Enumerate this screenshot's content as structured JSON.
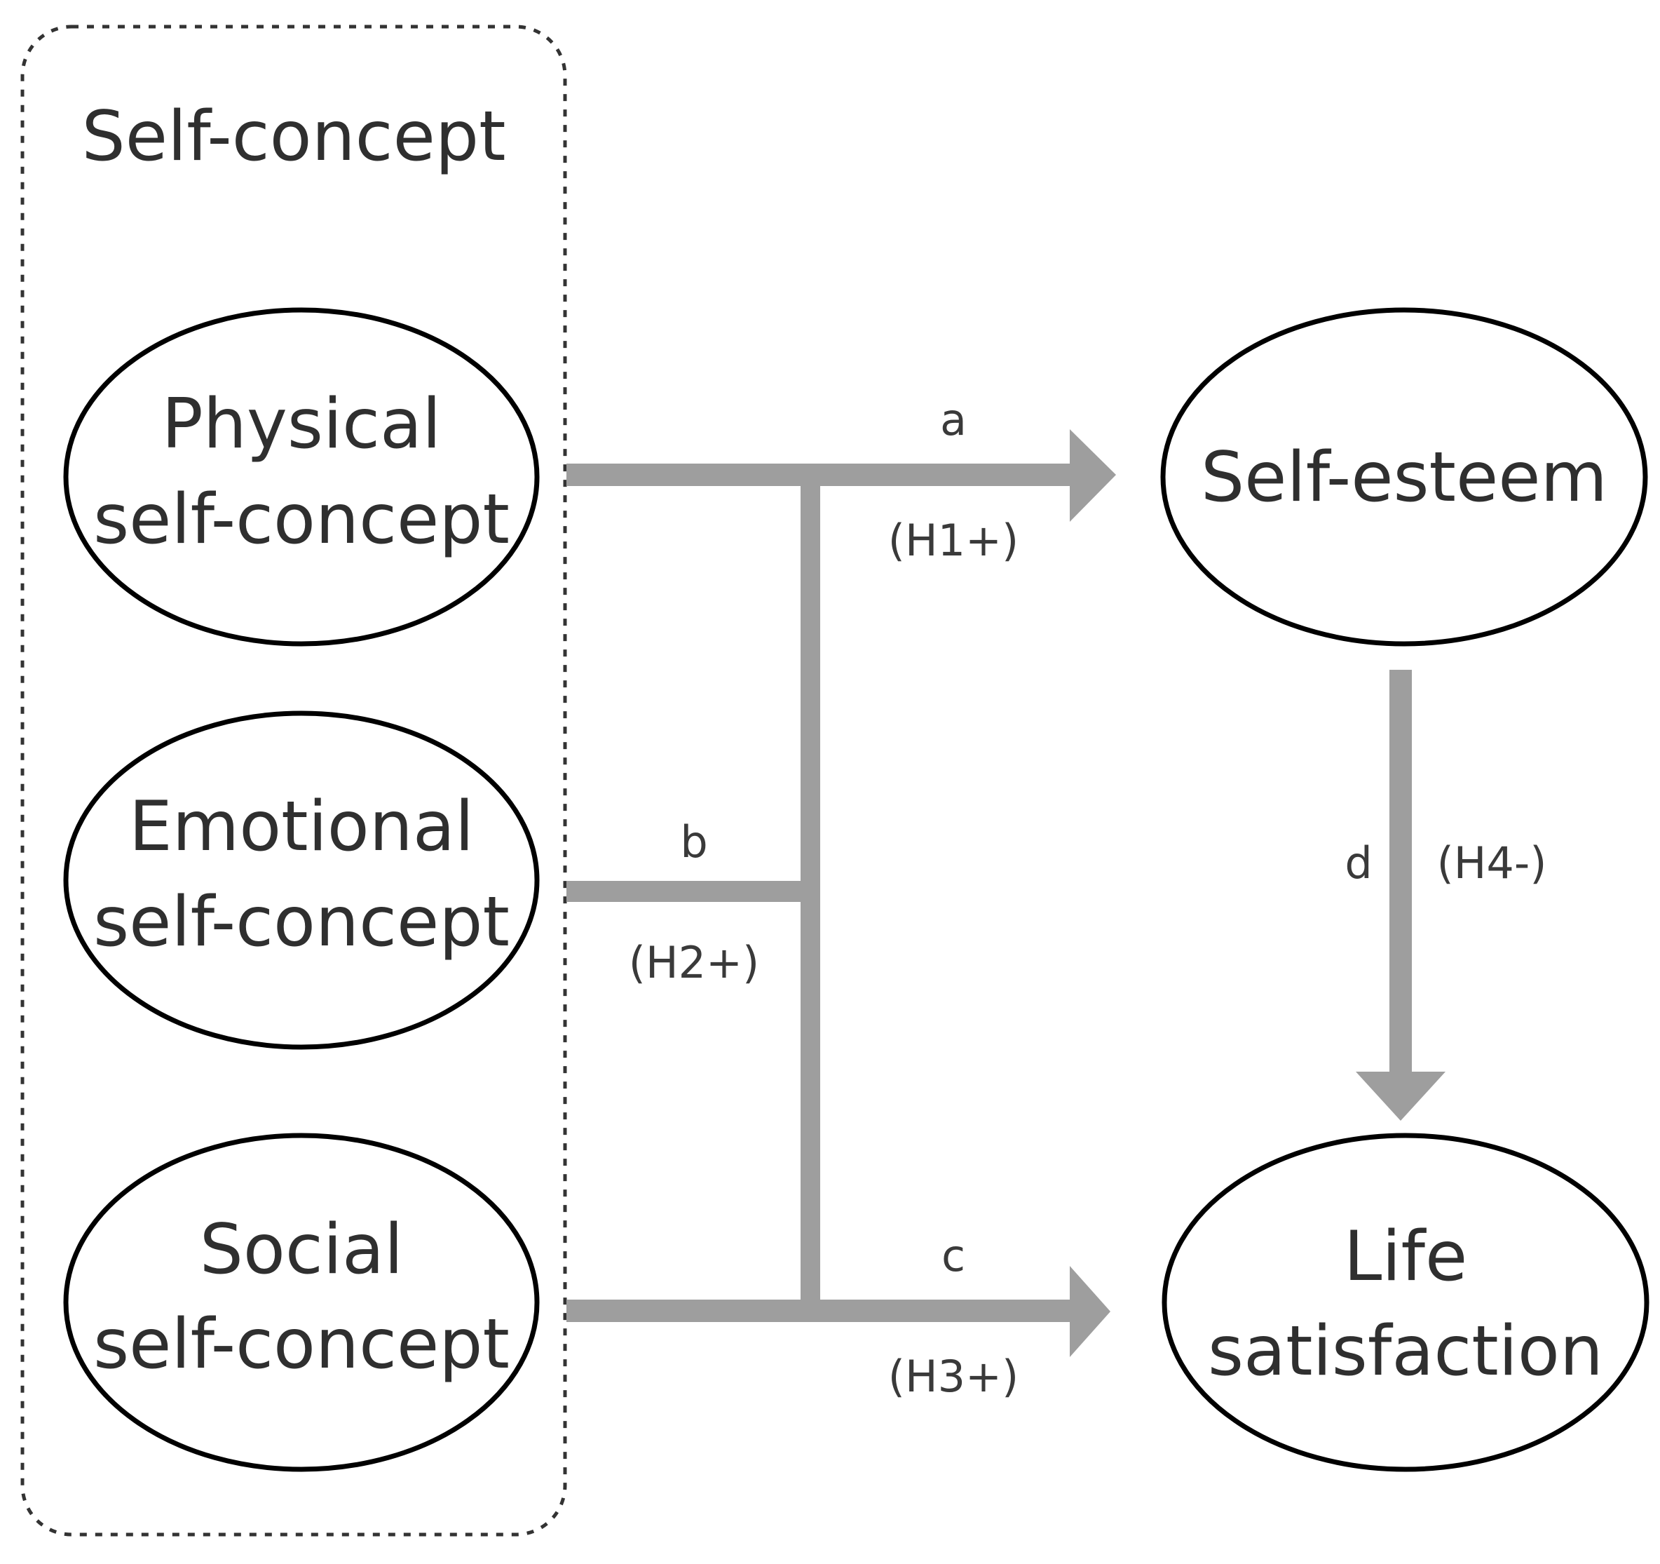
{
  "group": {
    "title": "Self-concept"
  },
  "nodes": {
    "physical": {
      "line1": "Physical",
      "line2": "self-concept"
    },
    "emotional": {
      "line1": "Emotional",
      "line2": "self-concept"
    },
    "social": {
      "line1": "Social",
      "line2": "self-concept"
    },
    "self_esteem": {
      "line1": "Self-esteem"
    },
    "life_satisfaction": {
      "line1": "Life",
      "line2": "satisfaction"
    }
  },
  "paths": {
    "a": {
      "letter": "a",
      "hypothesis": "(H1+)"
    },
    "b": {
      "letter": "b",
      "hypothesis": "(H2+)"
    },
    "c": {
      "letter": "c",
      "hypothesis": "(H3+)"
    },
    "d": {
      "letter": "d",
      "hypothesis": "(H4-)"
    }
  },
  "colors": {
    "arrow": "#9e9e9e",
    "outline": "#000000",
    "text": "#2f2f2f",
    "dashed_border": "#333333"
  }
}
